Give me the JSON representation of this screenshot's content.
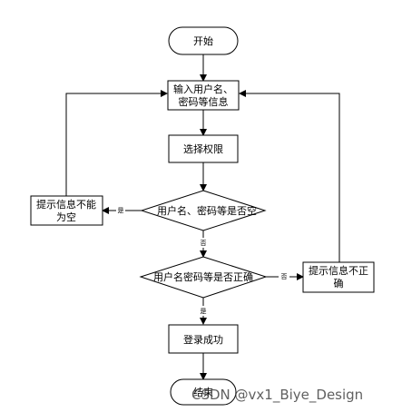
{
  "nodes": {
    "start": "开始",
    "input_line1": "输入用户名、",
    "input_line2": "密码等信息",
    "select_role": "选择权限",
    "empty_check": "用户名、密码等是否空",
    "error_empty_line1": "提示信息不能",
    "error_empty_line2": "为空",
    "correct_check": "用户名密码等是否正确",
    "error_incorrect_line1": "提示信息不正",
    "error_incorrect_line2": "确",
    "login_success": "登录成功",
    "end": "结束"
  },
  "edges": {
    "empty_yes": "是",
    "empty_no": "否",
    "correct_no": "否",
    "correct_yes": "是"
  },
  "watermark": "CSDN @vx1_Biye_Design",
  "colors": {
    "stroke": "#000000",
    "fill": "#ffffff",
    "text": "#000000",
    "watermark": "#444444"
  }
}
